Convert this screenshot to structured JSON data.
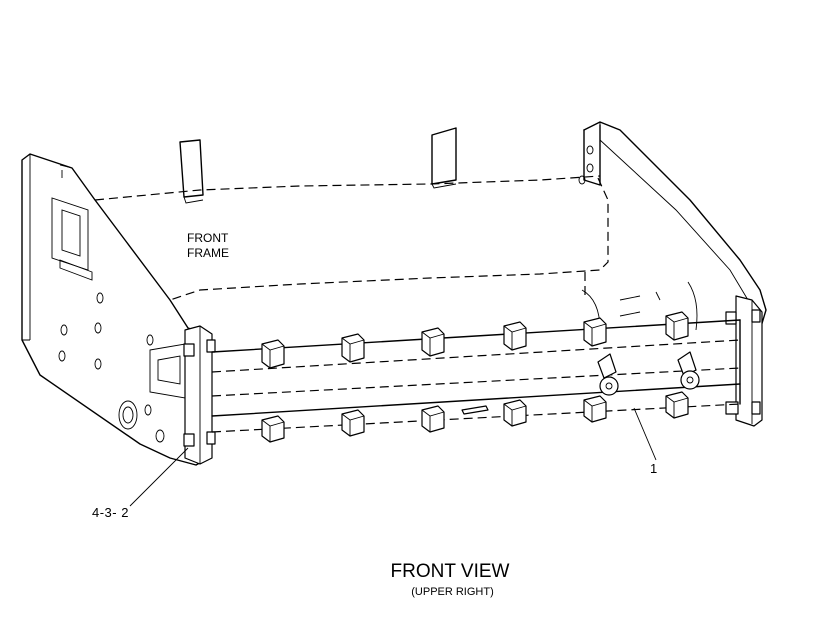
{
  "diagram": {
    "frame_label_line1": "FRONT",
    "frame_label_line2": "FRAME",
    "callout_part": "1",
    "callout_ref": "4-3- 2",
    "view_title": "FRONT VIEW",
    "view_subtitle": "(UPPER RIGHT)"
  }
}
